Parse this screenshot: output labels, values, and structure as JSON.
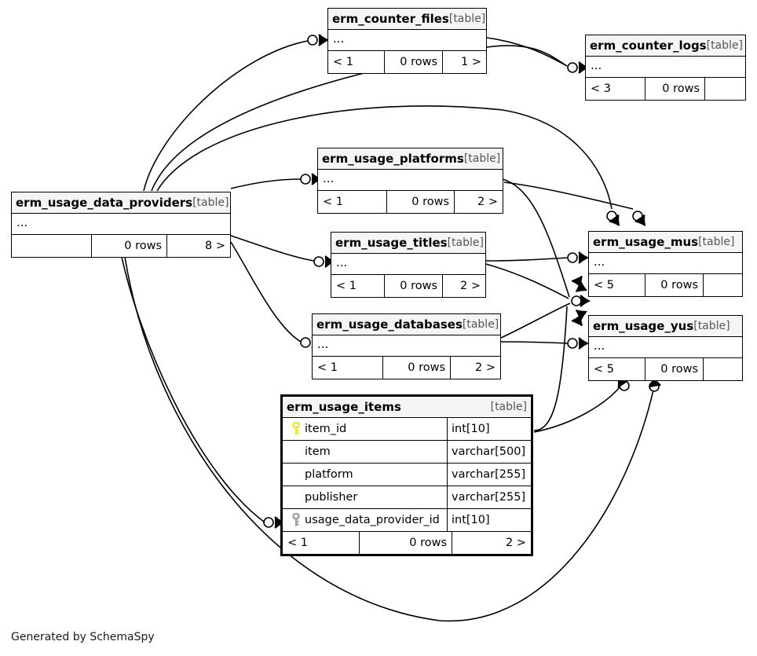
{
  "diagram": {
    "generator_credit": "Generated by SchemaSpy",
    "table_tag": "[table]",
    "ellipsis": "...",
    "colors": {
      "background": "#ffffff",
      "border": "#000000",
      "header_fill": "#f5f5f5",
      "primary_key_icon": "#e8e81c",
      "foreign_key_icon": "#9a9a9a",
      "edge": "#000000"
    }
  },
  "tables": [
    {
      "id": "erm_counter_files",
      "name": "erm_counter_files",
      "tag": "[table]",
      "ellipsis": "...",
      "footer": {
        "left": "< 1",
        "middle": "0 rows",
        "right": "1 >"
      },
      "highlighted": false
    },
    {
      "id": "erm_counter_logs",
      "name": "erm_counter_logs",
      "tag": "[table]",
      "ellipsis": "...",
      "footer": {
        "left": "< 3",
        "middle": "0 rows",
        "right": ""
      },
      "highlighted": false
    },
    {
      "id": "erm_usage_data_providers",
      "name": "erm_usage_data_providers",
      "tag": "[table]",
      "ellipsis": "...",
      "footer": {
        "left": "",
        "middle": "0 rows",
        "right": "8 >"
      },
      "highlighted": false
    },
    {
      "id": "erm_usage_platforms",
      "name": "erm_usage_platforms",
      "tag": "[table]",
      "ellipsis": "...",
      "footer": {
        "left": "< 1",
        "middle": "0 rows",
        "right": "2 >"
      },
      "highlighted": false
    },
    {
      "id": "erm_usage_titles",
      "name": "erm_usage_titles",
      "tag": "[table]",
      "ellipsis": "...",
      "footer": {
        "left": "< 1",
        "middle": "0 rows",
        "right": "2 >"
      },
      "highlighted": false
    },
    {
      "id": "erm_usage_databases",
      "name": "erm_usage_databases",
      "tag": "[table]",
      "ellipsis": "...",
      "footer": {
        "left": "< 1",
        "middle": "0 rows",
        "right": "2 >"
      },
      "highlighted": false
    },
    {
      "id": "erm_usage_mus",
      "name": "erm_usage_mus",
      "tag": "[table]",
      "ellipsis": "...",
      "footer": {
        "left": "< 5",
        "middle": "0 rows",
        "right": ""
      },
      "highlighted": false
    },
    {
      "id": "erm_usage_yus",
      "name": "erm_usage_yus",
      "tag": "[table]",
      "ellipsis": "...",
      "footer": {
        "left": "< 5",
        "middle": "0 rows",
        "right": ""
      },
      "highlighted": false
    },
    {
      "id": "erm_usage_items",
      "name": "erm_usage_items",
      "tag": "[table]",
      "highlighted": true,
      "columns": [
        {
          "key": "primary",
          "name": "item_id",
          "type": "int[10]"
        },
        {
          "key": "none",
          "name": "item",
          "type": "varchar[500]"
        },
        {
          "key": "none",
          "name": "platform",
          "type": "varchar[255]"
        },
        {
          "key": "none",
          "name": "publisher",
          "type": "varchar[255]"
        },
        {
          "key": "foreign",
          "name": "usage_data_provider_id",
          "type": "int[10]"
        }
      ],
      "footer": {
        "left": "< 1",
        "middle": "0 rows",
        "right": "2 >"
      }
    }
  ]
}
